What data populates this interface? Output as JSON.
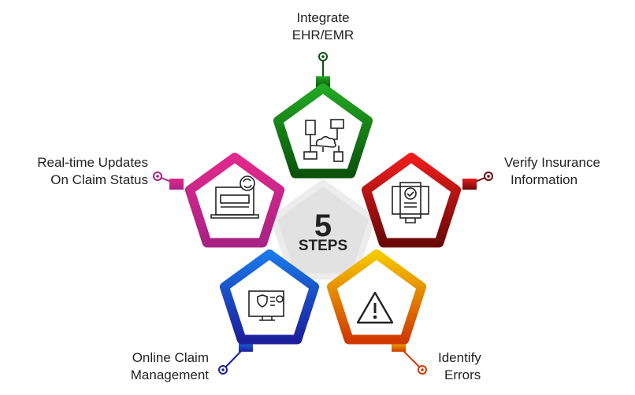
{
  "center": {
    "number": "5",
    "word": "STEPS"
  },
  "steps": [
    {
      "line1": "Integrate",
      "line2": "EHR/EMR",
      "icon": "cloud-network-icon",
      "color_from": "#22a822",
      "color_to": "#0b520b"
    },
    {
      "line1": "Verify Insurance",
      "line2": "Information",
      "icon": "monitor-check-icon",
      "color_from": "#ee1c1c",
      "color_to": "#6a0808"
    },
    {
      "line1": "Identify",
      "line2": "Errors",
      "icon": "warning-icon",
      "color_from": "#f6c800",
      "color_to": "#d03a00"
    },
    {
      "line1": "Online Claim",
      "line2": "Management",
      "icon": "monitor-shield-icon",
      "color_from": "#1a78ea",
      "color_to": "#1b1f9c"
    },
    {
      "line1": "Real-time Updates",
      "line2": "On Claim Status",
      "icon": "laptop-sync-icon",
      "color_from": "#e3288c",
      "color_to": "#a82284"
    }
  ]
}
